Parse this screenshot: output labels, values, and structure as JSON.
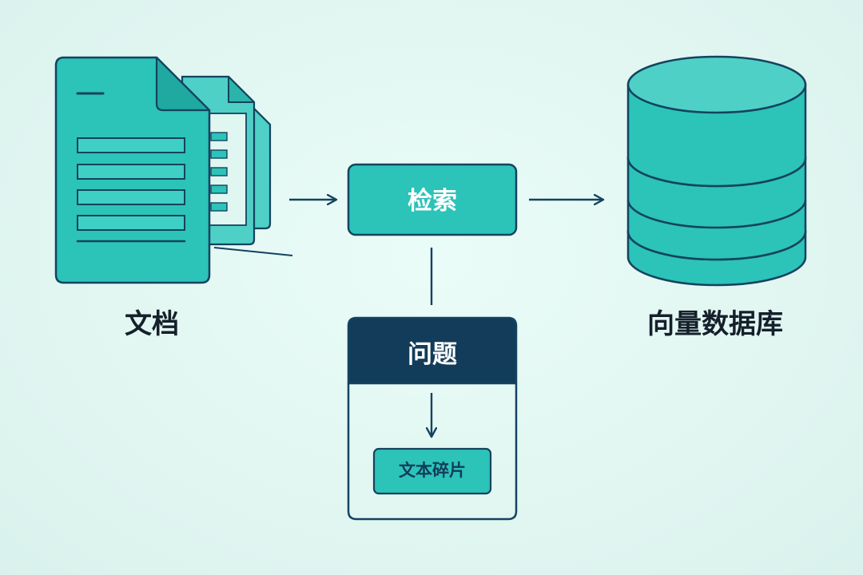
{
  "diagram": {
    "nodes": {
      "documents": {
        "label": "文档"
      },
      "retrieval": {
        "label": "检索"
      },
      "vector_db": {
        "label": "向量数据库"
      },
      "question": {
        "label": "问题"
      },
      "text_chunk": {
        "label": "文本碎片"
      }
    },
    "edges": [
      {
        "from": "documents",
        "to": "retrieval"
      },
      {
        "from": "retrieval",
        "to": "vector_db"
      },
      {
        "from": "retrieval",
        "to": "question"
      },
      {
        "from": "question",
        "to": "text_chunk"
      }
    ],
    "colors": {
      "background": "#e3f8f3",
      "teal_fill": "#2cc3b8",
      "teal_light": "#4ed0c6",
      "outline": "#14435f",
      "dark_header": "#123c5a",
      "label_text": "#15202b"
    },
    "icons": {
      "documents": "document-stack-icon",
      "vector_db": "database-cylinder-icon"
    }
  }
}
